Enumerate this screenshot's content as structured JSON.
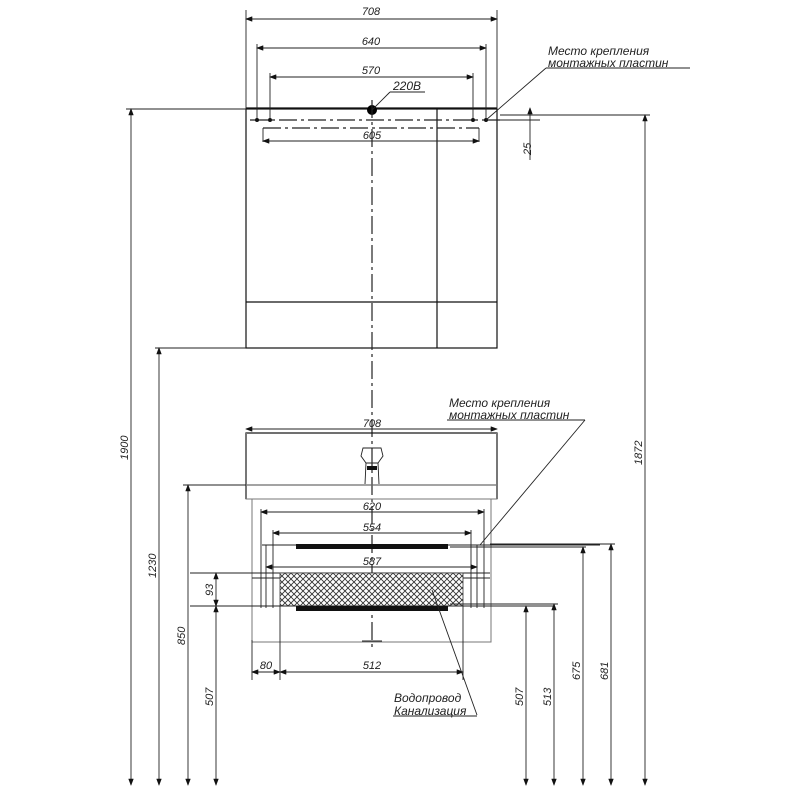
{
  "drawing": {
    "upper_cabinet": {
      "dims": {
        "overall_width": "708",
        "mount_outer": "640",
        "mount_inner": "570",
        "inner_width": "605",
        "mount_offset": "25"
      },
      "power_label": "220В",
      "note": [
        "Место крепления",
        "монтажных пластин"
      ]
    },
    "vanity": {
      "dims": {
        "top_width": "708",
        "body_width": "620",
        "drawer_upper": "554",
        "drawer_lower": "587",
        "drawer_height": "93",
        "left_offset": "80",
        "pipe_span": "512"
      },
      "note": [
        "Место крепления",
        "монтажных пластин"
      ],
      "pipes_note": [
        "Водопровод",
        "Канализация"
      ]
    },
    "heights": {
      "left": [
        "1900",
        "1230",
        "850",
        "507"
      ],
      "right": [
        "507",
        "513",
        "675",
        "681",
        "1872"
      ]
    }
  }
}
